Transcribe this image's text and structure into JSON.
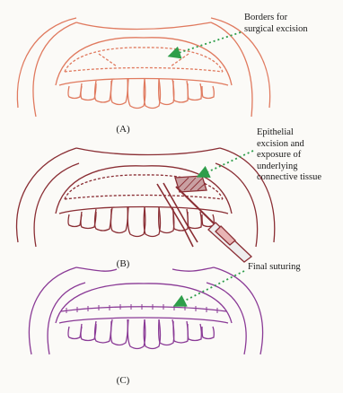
{
  "panels": [
    {
      "label": "(A)",
      "callout": "Borders for\nsurgical excision",
      "stroke_color": "#e07a5f"
    },
    {
      "label": "(B)",
      "callout": "Epithelial\nexcision and\nexposure of\nunderlying\nconnective tissue",
      "stroke_color": "#8a2e34"
    },
    {
      "label": "(C)",
      "callout": "Final suturing",
      "stroke_color": "#8a3a96"
    }
  ],
  "arrow_color": "#2e9e4a",
  "icons": {
    "scalpel": "scalpel-icon",
    "forceps": "forceps-icon"
  }
}
